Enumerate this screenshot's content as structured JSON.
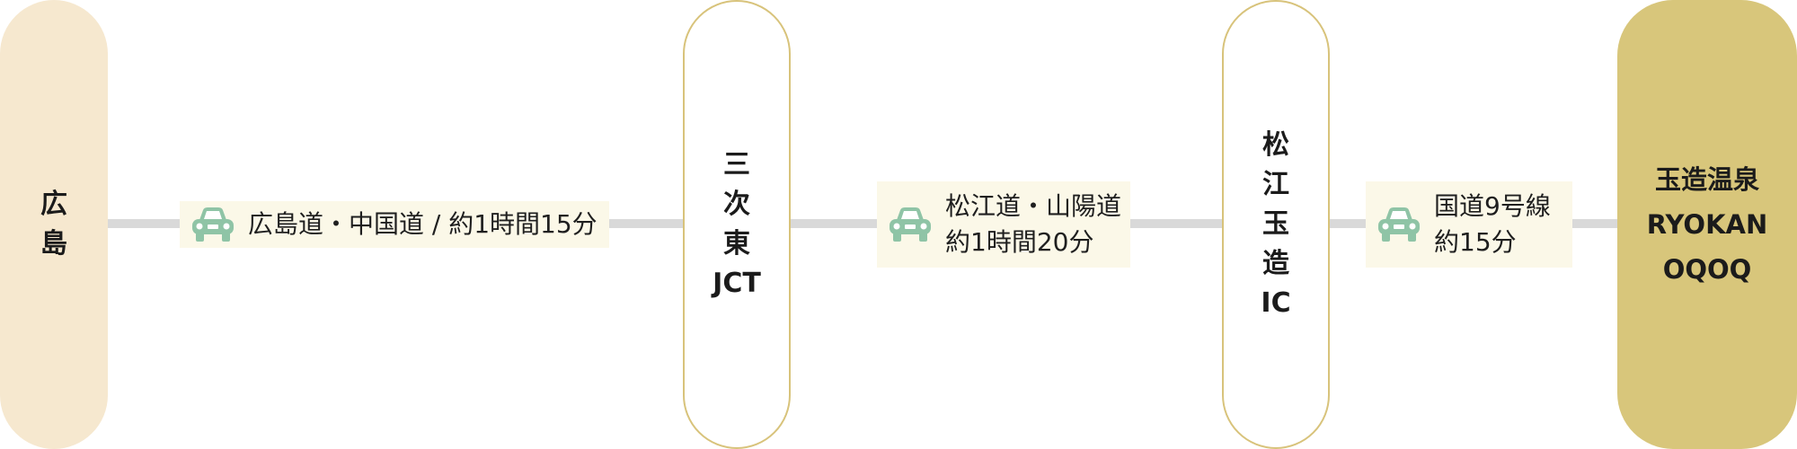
{
  "stops": [
    {
      "label": "広\n島"
    },
    {
      "label": "三\n次\n東\nJCT"
    },
    {
      "label": "松\n江\n玉\n造\nIC"
    },
    {
      "label": "玉造温泉\nRYOKAN\nOQOQ"
    }
  ],
  "segments": [
    {
      "text": "広島道・中国道 / 約1時間15分",
      "icon": "car-icon"
    },
    {
      "text": "松江道・山陽道\n約1時間20分",
      "icon": "car-icon"
    },
    {
      "text": "国道9号線\n約15分",
      "icon": "car-icon"
    }
  ],
  "colors": {
    "start_fill": "#f6e8cf",
    "end_fill": "#d8c67b",
    "stop_border": "#d8c37b",
    "line": "#d9d9d9",
    "label_bg": "#fbf8e8",
    "car": "#8fc4a6"
  }
}
